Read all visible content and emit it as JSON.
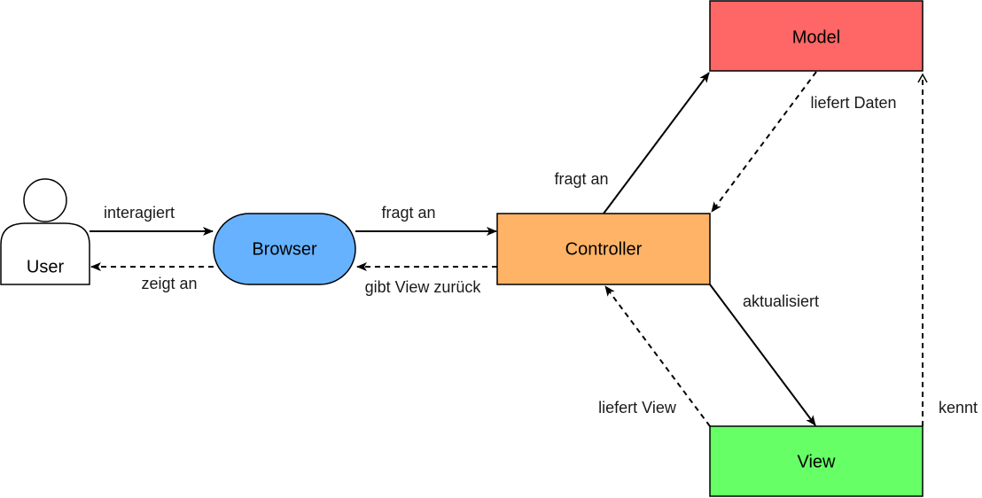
{
  "nodes": {
    "model": {
      "label": "Model",
      "color": "#ff6666"
    },
    "view": {
      "label": "View",
      "color": "#66ff66"
    },
    "controller": {
      "label": "Controller",
      "color": "#ffb366"
    },
    "browser": {
      "label": "Browser",
      "color": "#66b2ff"
    },
    "user": {
      "label": "User",
      "icon": "user-icon"
    }
  },
  "edges": {
    "user_to_browser": "interagiert",
    "browser_to_user": "zeigt an",
    "browser_to_controller": "fragt an",
    "controller_to_browser": "gibt View zurück",
    "controller_to_model": "fragt an",
    "model_to_controller": "liefert Daten",
    "controller_to_view": "aktualisiert",
    "view_to_controller": "liefert View",
    "view_to_model": "kennt"
  }
}
